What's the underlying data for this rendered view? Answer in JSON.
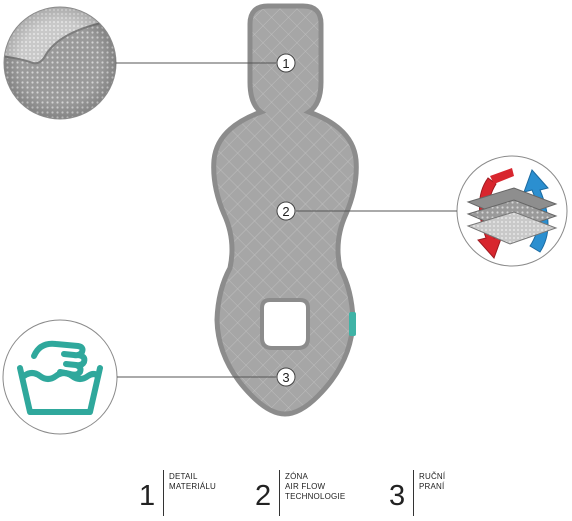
{
  "colors": {
    "liner_gray": "#a6a6a6",
    "liner_edge": "#8c8c8c",
    "mesh_line": "#c4c4c4",
    "badge_teal": "#3fb3a6",
    "wash_icon_teal": "#2fa89c",
    "arrow_red": "#d8262e",
    "arrow_blue": "#2b8fd0",
    "callout_line": "#555555"
  },
  "icons": {
    "material_detail": "mesh-closeup-icon",
    "airflow": "airflow-layers-icon",
    "washing": "hand-wash-icon"
  },
  "callouts": [
    {
      "number": "1"
    },
    {
      "number": "2"
    },
    {
      "number": "3"
    }
  ],
  "legend": [
    {
      "number": "1",
      "lines": [
        "DETAIL",
        "MATERIÁLU"
      ]
    },
    {
      "number": "2",
      "lines": [
        "ZÓNA",
        "AIR FLOW",
        "TECHNOLOGIE"
      ]
    },
    {
      "number": "3",
      "lines": [
        "RUČNÍ",
        "PRANÍ"
      ]
    }
  ]
}
